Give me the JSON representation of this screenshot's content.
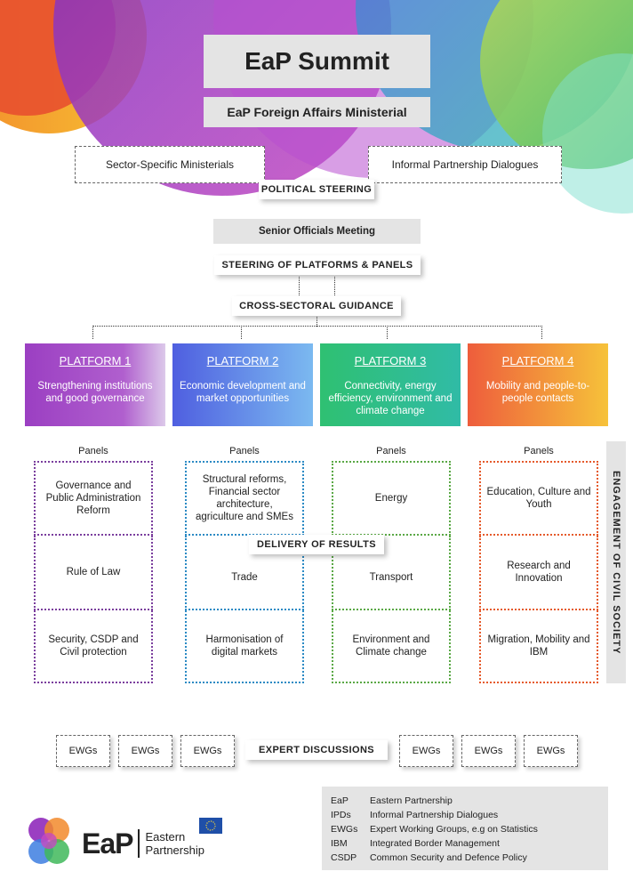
{
  "summit": "EaP Summit",
  "ministerial": "EaP Foreign Affairs Ministerial",
  "sector_ministerials": "Sector-Specific Ministerials",
  "informal_dialogues": "Informal Partnership Dialogues",
  "political_steering": "POLITICAL STEERING",
  "senior_officials": "Senior Officials Meeting",
  "steering_platforms": "STEERING OF PLATFORMS & PANELS",
  "cross_sectoral": "CROSS-SECTORAL GUIDANCE",
  "platforms": [
    {
      "title": "PLATFORM 1",
      "desc": "Strengthening institutions and good governance"
    },
    {
      "title": "PLATFORM 2",
      "desc": "Economic development and market opportunities"
    },
    {
      "title": "PLATFORM 3",
      "desc": "Connectivity, energy efficiency, environment and climate change"
    },
    {
      "title": "PLATFORM 4",
      "desc": "Mobility and people-to-people contacts"
    }
  ],
  "panels_label": "Panels",
  "panels": [
    [
      "Governance and Public Administration Reform",
      "Rule of Law",
      "Security, CSDP and Civil protection"
    ],
    [
      "Structural reforms, Financial sector architecture, agriculture and SMEs",
      "Trade",
      "Harmonisation of digital markets"
    ],
    [
      "Energy",
      "Transport",
      "Environment and Climate change"
    ],
    [
      "Education, Culture and Youth",
      "Research and Innovation",
      "Migration, Mobility and IBM"
    ]
  ],
  "delivery": "DELIVERY OF RESULTS",
  "civil_society": "ENGAGEMENT OF CIVIL SOCIETY",
  "ewg": "EWGs",
  "expert_discussions": "EXPERT DISCUSSIONS",
  "legend": [
    {
      "abbr": "EaP",
      "full": "Eastern Partnership"
    },
    {
      "abbr": "IPDs",
      "full": "Informal Partnership Dialogues"
    },
    {
      "abbr": "EWGs",
      "full": "Expert Working Groups, e.g on Statistics"
    },
    {
      "abbr": "IBM",
      "full": "Integrated Border Management"
    },
    {
      "abbr": "CSDP",
      "full": "Common Security and Defence Policy"
    }
  ],
  "logo": {
    "mark": "EaP",
    "line1": "Eastern",
    "line2": "Partnership"
  },
  "colors": {
    "platform1": "#9b3fc2",
    "platform2": "#4f6fe0",
    "platform3": "#2fc072",
    "platform4": "#ee6a3c",
    "panel1": "#7a3e9d",
    "panel2": "#2b8ac4",
    "panel3": "#5aa845",
    "panel4": "#e55a2b"
  }
}
